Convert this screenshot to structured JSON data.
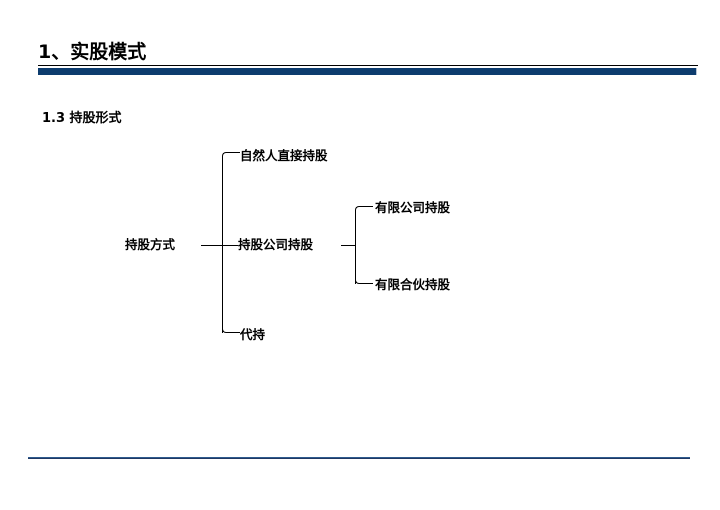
{
  "slide": {
    "title": "1、实股模式",
    "subtitle": "1.3 持股形式",
    "accent_color": "#0d3c6e",
    "footer_color": "#1f3864",
    "text_color": "#000000",
    "background_color": "#ffffff"
  },
  "diagram": {
    "type": "bracket-tree",
    "root": "持股方式",
    "level1": [
      {
        "label": "自然人直接持股"
      },
      {
        "label": "持股公司持股"
      },
      {
        "label": "代持"
      }
    ],
    "level2": [
      {
        "label": "有限公司持股"
      },
      {
        "label": "有限合伙持股"
      }
    ]
  }
}
